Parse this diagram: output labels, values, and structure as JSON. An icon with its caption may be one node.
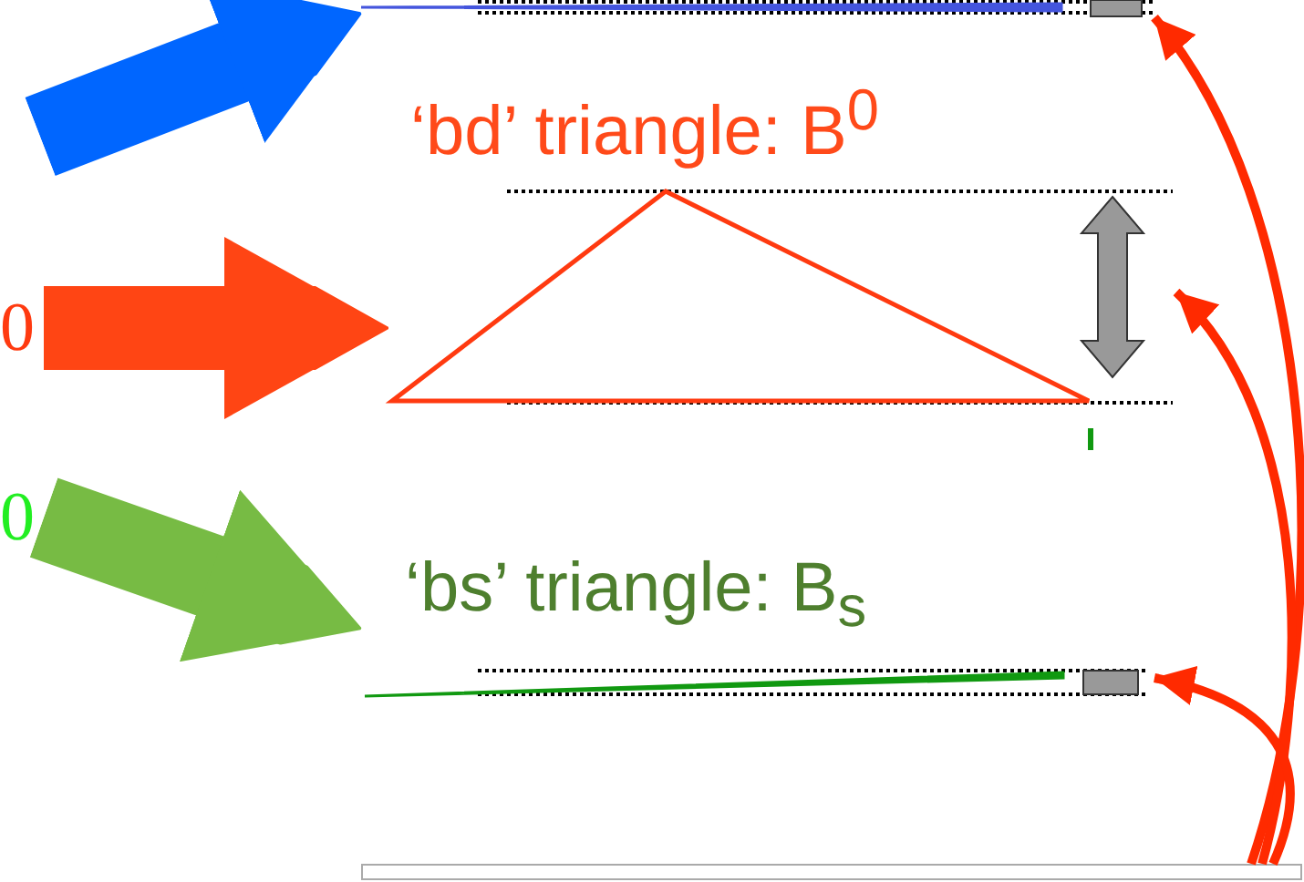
{
  "diagram": {
    "nodes": [
      {
        "text": [],
        "shape": "triangle"
      },
      {
        "text": [
          "‘bd’ triangle: B$^{0}$"
        ]
      },
      {
        "text": [
          "0"
        ]
      },
      {
        "text": [
          "0"
        ]
      },
      {
        "text": [
          "‘bs’ triangle: B$_{s}$"
        ]
      },
      {
        "text": [],
        "shape": "box"
      }
    ],
    "edges": [
      {
        "from": null,
        "to": 0,
        "arrow": "to",
        "style": "thick",
        "color": "#0066ff"
      },
      {
        "from": 2,
        "to": 1,
        "arrow": "to",
        "style": "thick",
        "color": "#ff4514"
      },
      {
        "from": 3,
        "to": 4,
        "arrow": "to",
        "style": "thick",
        "color": "#77bb44"
      },
      {
        "from": 5,
        "to": 0,
        "arrow": "to",
        "color": "#ff2a00"
      },
      {
        "from": 5,
        "to": 1,
        "arrow": "to",
        "color": "#ff2a00"
      },
      {
        "from": 5,
        "to": 4,
        "arrow": "to",
        "color": "#ff2a00"
      }
    ]
  }
}
